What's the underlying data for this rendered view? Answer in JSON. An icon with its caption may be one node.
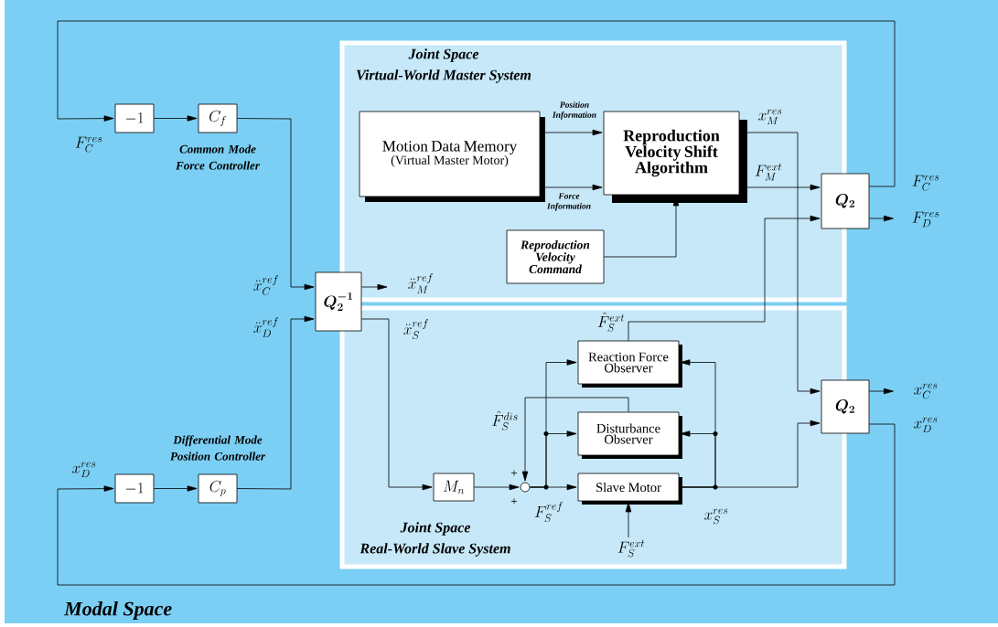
{
  "diagram": {
    "nodes": [
      {
        "text": [
          "Modal Space"
        ]
      },
      {
        "text": [
          "Joint Space",
          "Virtual-World Master System"
        ],
        "in": 0
      },
      {
        "text": [
          "Motion Data Memory",
          "(Virtual Master Motor)"
        ],
        "in": 1
      },
      {
        "text": [
          "Reproduction Velocity Shift Algorithm"
        ],
        "in": 1
      },
      {
        "text": [
          "Reproduction Velocity Command"
        ],
        "in": 1
      },
      {
        "text": [
          "Joint Space",
          "Real-World Slave System"
        ],
        "in": 0
      },
      {
        "text": [
          "Reaction Force Observer"
        ],
        "in": 5
      },
      {
        "text": [
          "Disturbance Observer"
        ],
        "in": 5
      },
      {
        "text": [
          "M_n"
        ],
        "in": 5
      },
      {
        "text": [],
        "shape": "circle",
        "in": 5
      },
      {
        "text": [
          "Slave Motor"
        ],
        "in": 5
      },
      {
        "text": [
          "-1"
        ],
        "in": 0
      },
      {
        "text": [
          "C_f"
        ],
        "in": 0,
        "beside": [
          "Common Mode Force Controller"
        ]
      },
      {
        "text": [
          "Q_2^{-1}"
        ],
        "in": 0
      },
      {
        "text": [
          "-1"
        ],
        "in": 0
      },
      {
        "text": [
          "C_p"
        ],
        "in": 0,
        "beside": [
          "Differential Mode Position Controller"
        ]
      },
      {
        "text": [
          "Q_2"
        ],
        "in": 0
      },
      {
        "text": [
          "Q_2"
        ],
        "in": 0
      }
    ],
    "edges": [
      {
        "from": 16,
        "to": 11,
        "arrow": "to",
        "label": "F_C^{res}"
      },
      {
        "from": 11,
        "to": 12,
        "arrow": "to"
      },
      {
        "from": 12,
        "to": 13,
        "arrow": "to",
        "label": "\\ddot{x}_C^{ref}"
      },
      {
        "from": 14,
        "to": 15,
        "arrow": "to"
      },
      {
        "from": 15,
        "to": 13,
        "arrow": "to",
        "label": "\\ddot{x}_D^{ref}"
      },
      {
        "from": 17,
        "to": 14,
        "arrow": "to",
        "label": "x_D^{res}"
      },
      {
        "from": 13,
        "to": 1,
        "arrow": "to",
        "label": "\\ddot{x}_M^{ref}"
      },
      {
        "from": 13,
        "to": 8,
        "arrow": "to",
        "label": "\\ddot{x}_S^{ref}"
      },
      {
        "from": 8,
        "to": 9,
        "arrow": "to"
      },
      {
        "from": 9,
        "to": 10,
        "arrow": "to",
        "label": "F_S^{ref}"
      },
      {
        "from": 9,
        "to": 6,
        "arrow": "to"
      },
      {
        "from": 9,
        "to": 7,
        "arrow": "to"
      },
      {
        "from": 10,
        "to": 6,
        "arrow": "to"
      },
      {
        "from": 10,
        "to": 7,
        "arrow": "to"
      },
      {
        "from": 10,
        "to": 17,
        "arrow": "to",
        "label": "x_S^{res}"
      },
      {
        "from": 7,
        "to": 9,
        "arrow": "to",
        "label": "\\hat{F}_S^{dis}"
      },
      {
        "from": 6,
        "to": 16,
        "arrow": "to",
        "label": "\\hat{F}_S^{ext}"
      },
      {
        "from": null,
        "to": 10,
        "arrow": "to",
        "label": "F_S^{ext}"
      },
      {
        "from": 2,
        "to": 3,
        "arrow": "to",
        "label": "Position Information"
      },
      {
        "from": 2,
        "to": 3,
        "arrow": "to",
        "label": "Force Information"
      },
      {
        "from": 4,
        "to": 3,
        "arrow": "to"
      },
      {
        "from": 3,
        "to": 17,
        "arrow": "to",
        "label": "x_M^{res}"
      },
      {
        "from": 3,
        "to": 16,
        "arrow": "to",
        "label": "F_M^{ext}"
      },
      {
        "from": 16,
        "to": null,
        "arrow": "to",
        "label": "F_D^{res}"
      },
      {
        "from": 17,
        "to": null,
        "arrow": "to",
        "label": "x_C^{res}"
      }
    ],
    "labels": [
      "F_C^{res}",
      "x_D^{res}",
      "+",
      "+"
    ]
  }
}
